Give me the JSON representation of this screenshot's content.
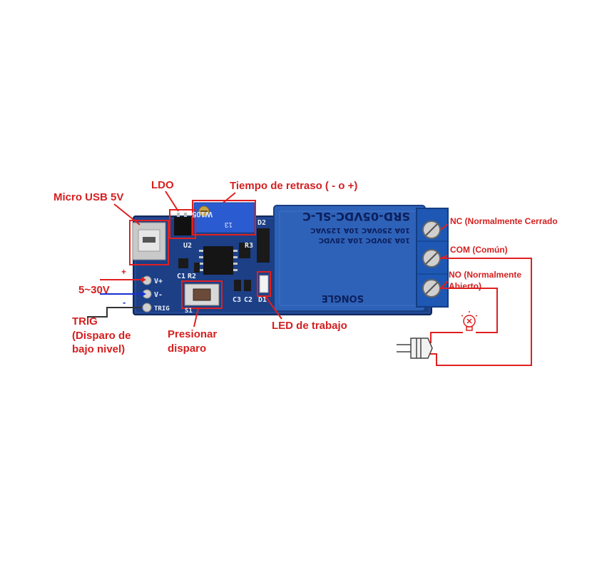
{
  "labels": {
    "micro_usb": "Micro USB 5V",
    "ldo": "LDO",
    "delay_time": "Tiempo de retraso ( - o +)",
    "voltage": "5~30V",
    "trig": "TRIG",
    "trig_desc_1": "(Disparo de",
    "trig_desc_2": "bajo nivel)",
    "press_1": "Presionar",
    "press_2": "disparo",
    "work_led": "LED de trabajo",
    "nc": "NC (Normalmente Cerrado",
    "com": "COM (Común)",
    "no_1": "NO (Normalmente",
    "no_2": "Abierto)"
  },
  "board_markings": {
    "pin_vplus": "V+",
    "pin_vminus": "V-",
    "pin_trig": "TRIG",
    "u2": "U2",
    "c1": "C1",
    "r2": "R2",
    "s1": "S1",
    "c3": "C3",
    "c2": "C2",
    "d1": "D1",
    "d2": "D2",
    "r3": "R3",
    "pot_code": "W105",
    "pot_num": "13"
  },
  "relay": {
    "model": "SRD-05VDC-SL-C",
    "rating_1": "10A 250VAC  10A 125VAC",
    "rating_2": "10A 30VDC  10A 28VDC",
    "brand": "SONGLE"
  },
  "signs": {
    "plus": "+",
    "minus": "-"
  },
  "colors": {
    "annotation": "#d42020",
    "pcb": "#1c3f86",
    "relay": "#2e62b8",
    "terminal": "#1e58b4",
    "ground_wire": "#1a2fd0"
  },
  "icons": [
    "light-bulb-icon",
    "power-plug-icon"
  ]
}
